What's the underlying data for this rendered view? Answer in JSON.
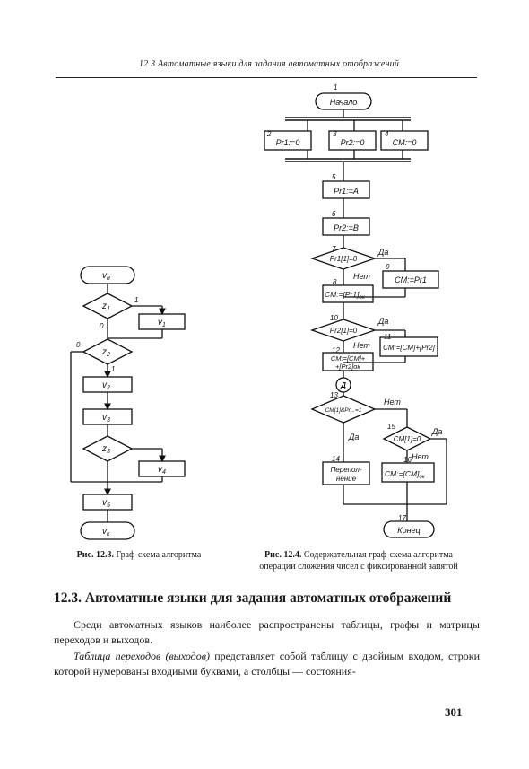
{
  "running_head": "12 3  Автоматные языки для задания автоматных отображений",
  "figure_left": {
    "start": "v",
    "start_sub": "н",
    "end": "v",
    "end_sub": "к",
    "cond_z1": "z",
    "cond_z1_sub": "1",
    "cond_z2": "z",
    "cond_z2_sub": "2",
    "cond_z3": "z",
    "cond_z3_sub": "3",
    "op_v1": "v",
    "op_v1_sub": "1",
    "op_v2": "v",
    "op_v2_sub": "2",
    "op_v3": "v",
    "op_v3_sub": "3",
    "op_v4": "v",
    "op_v4_sub": "4",
    "op_v5": "v",
    "op_v5_sub": "5",
    "lbl_z1_1": "1",
    "lbl_z1_0": "0",
    "lbl_z2_0": "0",
    "lbl_z2_1": "1",
    "caption_prefix": "Рис. 12.3.",
    "caption_text": "Граф-схема алгоритма"
  },
  "figure_right": {
    "n1": "1",
    "start": "Начало",
    "n2": "2",
    "b2": "Pr1:=0",
    "n3": "3",
    "b3": "Pr2:=0",
    "n4": "4",
    "b4": "CM:=0",
    "n5": "5",
    "b5": "Pr1:=A",
    "n6": "6",
    "b6": "Pr2:=B",
    "n7": "7",
    "c7": "Pr1[1]=0",
    "yes7": "Да",
    "no7": "Нет",
    "n8": "8",
    "b8": "CM:=[Pr1]",
    "b8_sub": "ок",
    "n9": "9",
    "b9": "CM:=Pr1",
    "n10": "10",
    "c10": "Pr2[1]=0",
    "yes10": "Да",
    "no10": "Нет",
    "n11": "11",
    "b11": "CM:=[CM]+[Pr2]",
    "n12": "12",
    "b12_l1": "CM:=[CM]+",
    "b12_l2": "+[Pr2]ок",
    "connector": "Д",
    "n13": "13",
    "c13": "CM[1]&Pr...=1",
    "no13": "Нет",
    "yes13": "Да",
    "n14": "14",
    "b14_l1": "Перепол-",
    "b14_l2": "нение",
    "n15": "15",
    "c15": "CM[1]=0",
    "yes15": "Да",
    "no15": "Нет",
    "n16": "16",
    "b16": "CM:=[CM]",
    "b16_sub": "ок",
    "n17": "17",
    "end": "Конец",
    "caption_prefix": "Рис. 12.4.",
    "caption_l1": "Содержательная граф-схема алгоритма",
    "caption_l2": "операции сложения чисел с фиксированной запятой"
  },
  "section_title": "12.3. Автоматные языки для задания автоматных отображений",
  "paragraph1": "Среди автоматных языков наиболее распространены таблицы, графы и матрицы переходов и выходов.",
  "paragraph2_italic": "Таблица переходов (выходов)",
  "paragraph2_rest": " представляет собой таблицу с двойиым входом, строки которой нумерованы входиыми буквами, а столбцы — состояния-",
  "page_number": "301"
}
